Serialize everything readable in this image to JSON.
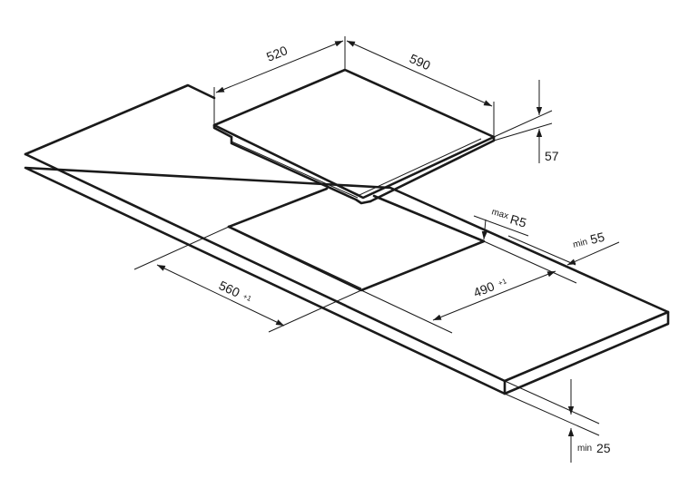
{
  "dimensions": {
    "hob_depth": "520",
    "hob_width": "590",
    "hob_height": "57",
    "cutout_width": "560",
    "cutout_width_tol": "+1",
    "cutout_depth": "490",
    "cutout_depth_tol": "+1",
    "corner_radius_prefix": "max",
    "corner_radius": "R5",
    "back_clearance_prefix": "min",
    "back_clearance": "55",
    "worktop_thickness_prefix": "min",
    "worktop_thickness": "25"
  },
  "colors": {
    "line": "#1a1a1a",
    "background": "#ffffff"
  }
}
